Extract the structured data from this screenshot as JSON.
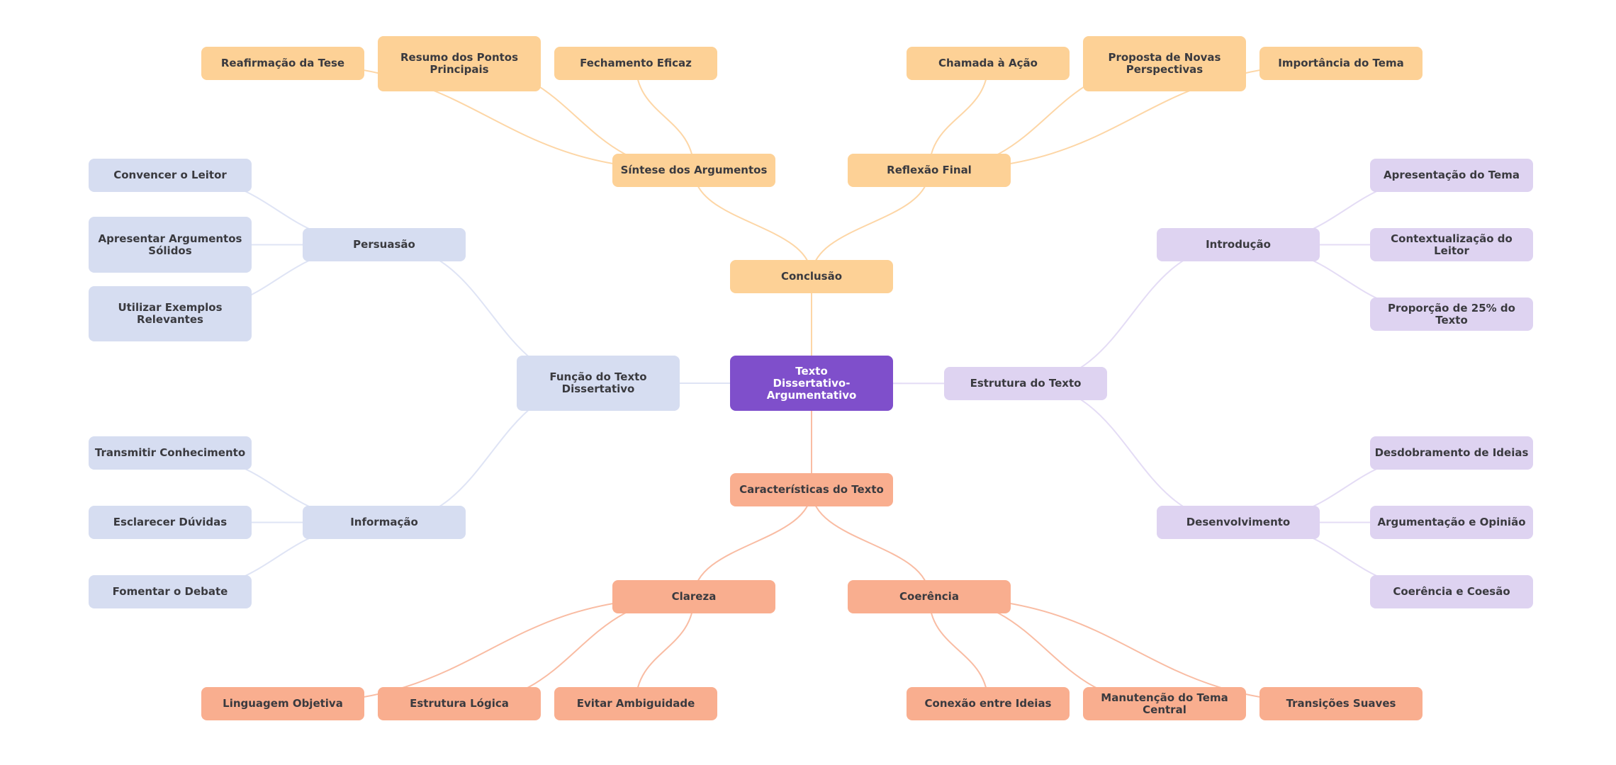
{
  "title": "Texto Dissertativo-Argumentativo",
  "colors": {
    "root": "#7f4fcb",
    "conclusao": "#fdd196",
    "caracteristicas": "#f9ae8f",
    "funcao": "#d6ddf1",
    "estrutura": "#ded3f1",
    "edge_conclusao": "#fdd6a6",
    "edge_caracteristicas": "#f9bca3",
    "edge_funcao": "#dfe4f5",
    "edge_estrutura": "#e4dcf5"
  },
  "nodes": [
    {
      "id": "root",
      "label": "Texto\nDissertativo-Argumentativo",
      "branch": "root"
    },
    {
      "id": "conclusao",
      "label": "Conclusão",
      "branch": "conclusao",
      "parent": "root"
    },
    {
      "id": "sintese",
      "label": "Síntese dos Argumentos",
      "branch": "conclusao",
      "parent": "conclusao"
    },
    {
      "id": "reafirmacao",
      "label": "Reafirmação da Tese",
      "branch": "conclusao",
      "parent": "sintese"
    },
    {
      "id": "resumo",
      "label": "Resumo dos Pontos\nPrincipais",
      "branch": "conclusao",
      "parent": "sintese"
    },
    {
      "id": "fechamento",
      "label": "Fechamento Eficaz",
      "branch": "conclusao",
      "parent": "sintese"
    },
    {
      "id": "reflexao",
      "label": "Reflexão Final",
      "branch": "conclusao",
      "parent": "conclusao"
    },
    {
      "id": "chamada",
      "label": "Chamada à Ação",
      "branch": "conclusao",
      "parent": "reflexao"
    },
    {
      "id": "proposta",
      "label": "Proposta de Novas\nPerspectivas",
      "branch": "conclusao",
      "parent": "reflexao"
    },
    {
      "id": "importancia",
      "label": "Importância do Tema",
      "branch": "conclusao",
      "parent": "reflexao"
    },
    {
      "id": "funcao",
      "label": "Função do Texto\nDissertativo",
      "branch": "funcao",
      "parent": "root"
    },
    {
      "id": "persuasao",
      "label": "Persuasão",
      "branch": "funcao",
      "parent": "funcao"
    },
    {
      "id": "convencer",
      "label": "Convencer o Leitor",
      "branch": "funcao",
      "parent": "persuasao"
    },
    {
      "id": "apresentar",
      "label": "Apresentar Argumentos\nSólidos",
      "branch": "funcao",
      "parent": "persuasao"
    },
    {
      "id": "utilizar",
      "label": "Utilizar Exemplos\nRelevantes",
      "branch": "funcao",
      "parent": "persuasao"
    },
    {
      "id": "informacao",
      "label": "Informação",
      "branch": "funcao",
      "parent": "funcao"
    },
    {
      "id": "transmitir",
      "label": "Transmitir Conhecimento",
      "branch": "funcao",
      "parent": "informacao"
    },
    {
      "id": "esclarecer",
      "label": "Esclarecer Dúvidas",
      "branch": "funcao",
      "parent": "informacao"
    },
    {
      "id": "fomentar",
      "label": "Fomentar o Debate",
      "branch": "funcao",
      "parent": "informacao"
    },
    {
      "id": "estrutura",
      "label": "Estrutura do Texto",
      "branch": "estrutura",
      "parent": "root"
    },
    {
      "id": "introducao",
      "label": "Introdução",
      "branch": "estrutura",
      "parent": "estrutura"
    },
    {
      "id": "apresentacao",
      "label": "Apresentação do Tema",
      "branch": "estrutura",
      "parent": "introducao"
    },
    {
      "id": "contextualizacao",
      "label": "Contextualização do Leitor",
      "branch": "estrutura",
      "parent": "introducao"
    },
    {
      "id": "proporcao",
      "label": "Proporção de 25% do Texto",
      "branch": "estrutura",
      "parent": "introducao"
    },
    {
      "id": "desenvolvimento",
      "label": "Desenvolvimento",
      "branch": "estrutura",
      "parent": "estrutura"
    },
    {
      "id": "desdobramento",
      "label": "Desdobramento de Ideias",
      "branch": "estrutura",
      "parent": "desenvolvimento"
    },
    {
      "id": "argumentacao",
      "label": "Argumentação e Opinião",
      "branch": "estrutura",
      "parent": "desenvolvimento"
    },
    {
      "id": "coerencia_coesao",
      "label": "Coerência e Coesão",
      "branch": "estrutura",
      "parent": "desenvolvimento"
    },
    {
      "id": "caracteristicas",
      "label": "Características do Texto",
      "branch": "caracteristicas",
      "parent": "root"
    },
    {
      "id": "clareza",
      "label": "Clareza",
      "branch": "caracteristicas",
      "parent": "caracteristicas"
    },
    {
      "id": "linguagem",
      "label": "Linguagem Objetiva",
      "branch": "caracteristicas",
      "parent": "clareza"
    },
    {
      "id": "estrutura_logica",
      "label": "Estrutura Lógica",
      "branch": "caracteristicas",
      "parent": "clareza"
    },
    {
      "id": "evitar",
      "label": "Evitar Ambiguidade",
      "branch": "caracteristicas",
      "parent": "clareza"
    },
    {
      "id": "coerencia",
      "label": "Coerência",
      "branch": "caracteristicas",
      "parent": "caracteristicas"
    },
    {
      "id": "conexao",
      "label": "Conexão entre Ideias",
      "branch": "caracteristicas",
      "parent": "coerencia"
    },
    {
      "id": "manutencao",
      "label": "Manutenção do Tema Central",
      "branch": "caracteristicas",
      "parent": "coerencia"
    },
    {
      "id": "transicoes",
      "label": "Transições Suaves",
      "branch": "caracteristicas",
      "parent": "coerencia"
    }
  ]
}
